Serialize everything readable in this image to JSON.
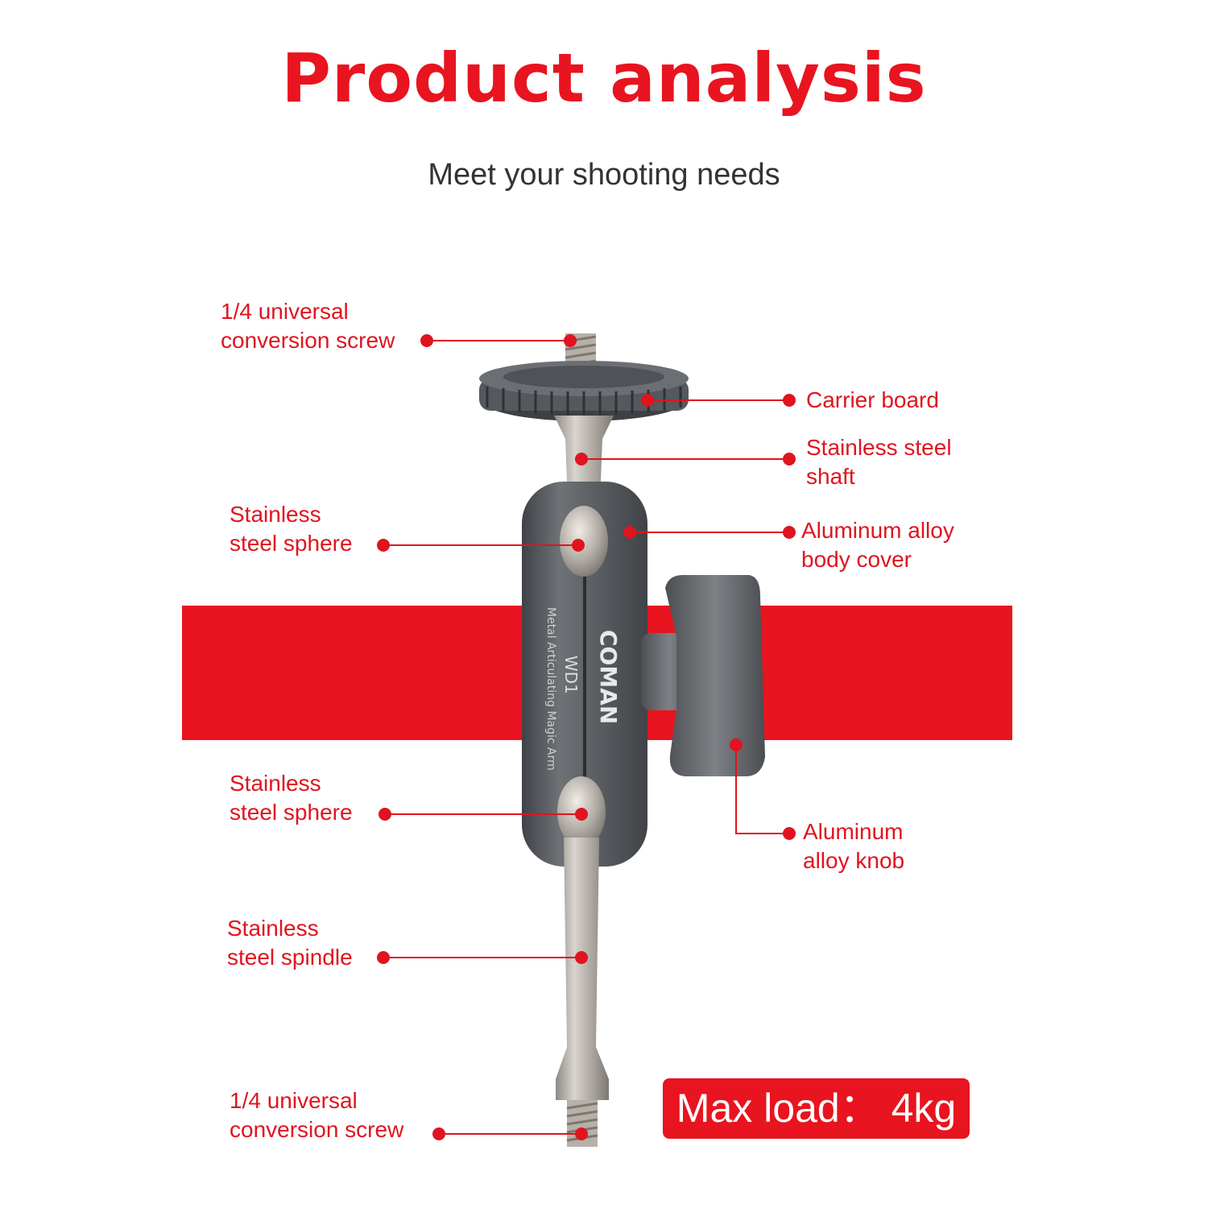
{
  "header": {
    "title": "Product analysis",
    "subtitle": "Meet your shooting needs"
  },
  "product": {
    "brand_mark": "COMAN",
    "model": "WD1",
    "description": "Metal Articulating Magic Arm"
  },
  "labels": {
    "top_screw": [
      "1/4 universal",
      "conversion screw"
    ],
    "carrier_board": [
      "Carrier board"
    ],
    "steel_shaft": [
      "Stainless steel",
      "shaft"
    ],
    "upper_sphere": [
      "Stainless",
      "steel sphere"
    ],
    "body_cover": [
      "Aluminum alloy",
      "body cover"
    ],
    "lower_sphere": [
      "Stainless",
      "steel sphere"
    ],
    "knob": [
      "Aluminum",
      "alloy knob"
    ],
    "spindle": [
      "Stainless",
      "steel spindle"
    ],
    "bottom_screw": [
      "1/4 universal",
      "conversion screw"
    ]
  },
  "max_load": "Max load： 4kg",
  "colors": {
    "accent": "#e8141f",
    "metal": "#5f6266",
    "steel": "#b8b2ac"
  }
}
